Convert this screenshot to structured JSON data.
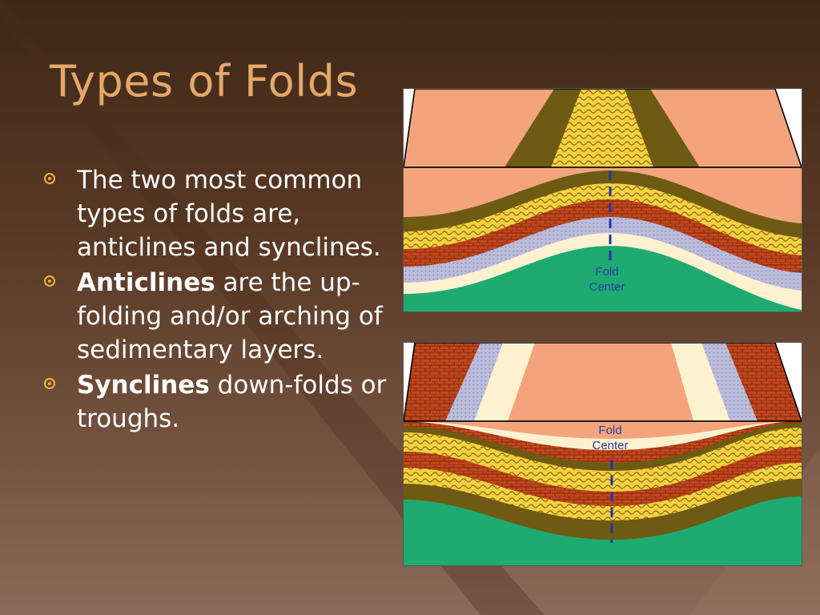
{
  "slide": {
    "title": "Types of Folds",
    "bullets": [
      {
        "lead": "",
        "text": "The two most common types of folds are, anticlines and synclines."
      },
      {
        "lead": "Anticlines",
        "text": " are the up-folding and/or arching of sedimentary layers."
      },
      {
        "lead": "Synclines",
        "text": " down-folds or troughs."
      }
    ]
  },
  "figures": {
    "anticline": {
      "label_line1": "Fold",
      "label_line2": "Center"
    },
    "syncline": {
      "label_line1": "Fold",
      "label_line2": "Center"
    }
  },
  "colors": {
    "title": "#e3a86a",
    "bullet": "#f2b233",
    "salmon": "#f4a47c",
    "olive": "#6e5a12",
    "yellow_rock": "#f3d040",
    "brick": "#c4461c",
    "lavender": "#b8b8d8",
    "cream": "#fdf1cf",
    "green": "#1faa72",
    "fold_line": "#2233aa"
  }
}
